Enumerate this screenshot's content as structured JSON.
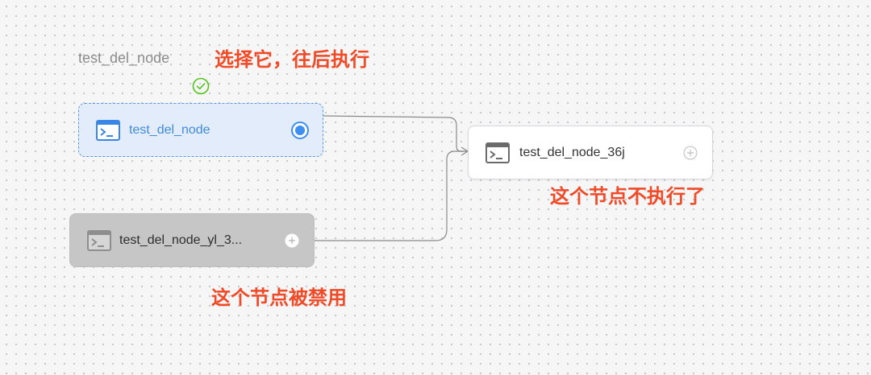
{
  "group": {
    "title": "test_del_node"
  },
  "nodes": {
    "selected": {
      "label": "test_del_node"
    },
    "target": {
      "label": "test_del_node_36j"
    },
    "disabled": {
      "label": "test_del_node_yl_3..."
    }
  },
  "annotations": {
    "select_note": "选择它，往后执行",
    "not_run_note": "这个节点不执行了",
    "disabled_note": "这个节点被禁用"
  },
  "icons": {
    "status": "check-circle-icon",
    "node": "terminal-window-icon",
    "add": "plus-circle-icon",
    "radio": "radio-selected-icon"
  },
  "colors": {
    "selected_border": "#5c98e8",
    "selected_fill": "#e3ecfb",
    "accent_blue": "#3d8ef0",
    "annotation_red": "#f04a27",
    "check_green": "#52c41a",
    "edge_gray": "#8a8a8a",
    "disabled_fill": "#c6c6c6"
  }
}
